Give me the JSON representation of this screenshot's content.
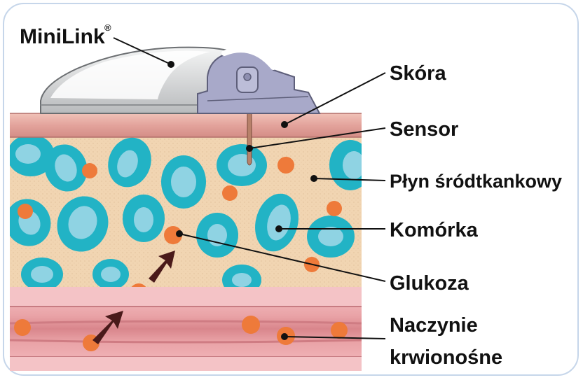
{
  "diagram": {
    "labels": {
      "minilink": "MiniLink",
      "minilink_mark": "®",
      "skin": "Skóra",
      "sensor": "Sensor",
      "interstitial_fluid": "Płyn śródtkankowy",
      "cell": "Komórka",
      "glucose": "Glukoza",
      "blood_vessel_line1": "Naczynie",
      "blood_vessel_line2": "krwionośne"
    },
    "colors": {
      "skin": "#e3a39c",
      "tissue": "#f1d5b2",
      "cell_outer": "#22b3c5",
      "cell_inner": "#8fd3e3",
      "glucose": "#ee7a3a",
      "vessel": "#e7a2a5",
      "device_body": "#d9dbdc",
      "device_base": "#a8a9c9",
      "arrow": "#4a1a1a",
      "frame": "#c6d6ea"
    }
  }
}
